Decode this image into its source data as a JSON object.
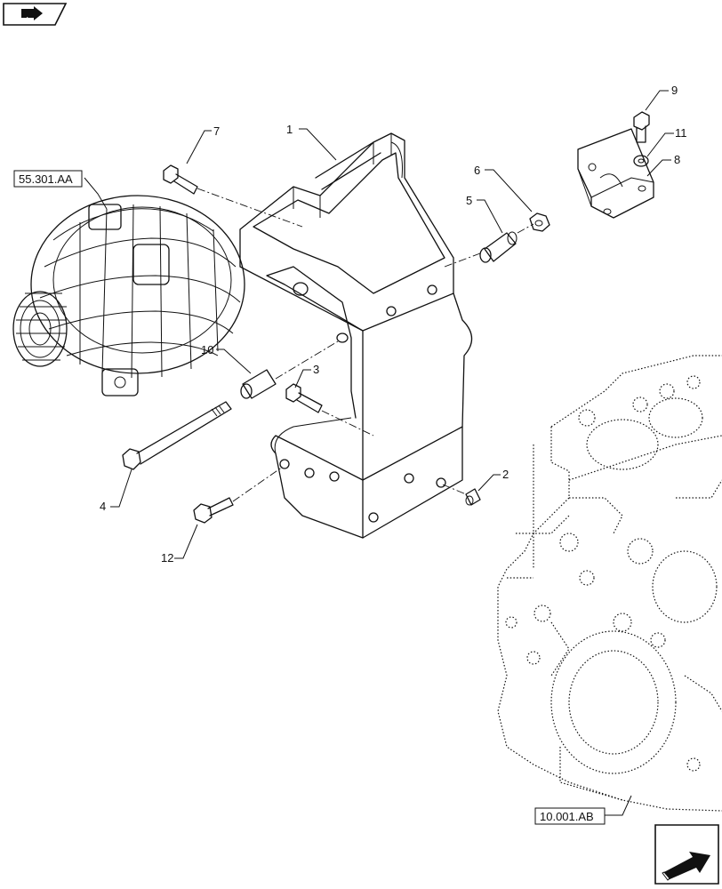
{
  "callouts": {
    "c1": "1",
    "c2": "2",
    "c3": "3",
    "c4": "4",
    "c5": "5",
    "c6": "6",
    "c7": "7",
    "c8": "8",
    "c9": "9",
    "c10": "10",
    "c11": "11",
    "c12": "12"
  },
  "references": {
    "alternator": "55.301.AA",
    "engine_block": "10.001.AB"
  },
  "navigation": {
    "back_icon": "back-arrow-icon",
    "next_icon": "next-arrow-icon"
  }
}
